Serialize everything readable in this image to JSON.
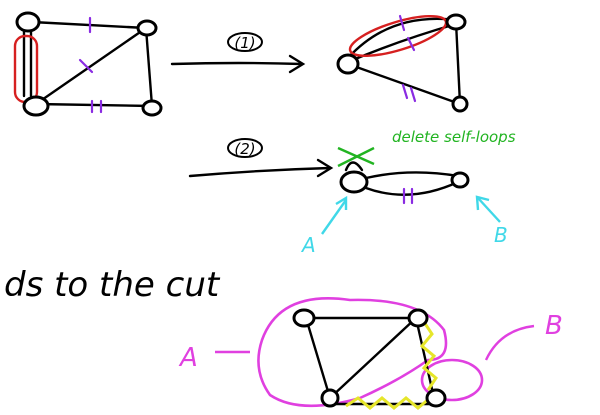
{
  "colors": {
    "ink": "#000000",
    "red": "#d62020",
    "purple": "#8a2be2",
    "green": "#22b422",
    "cyan": "#40d8e8",
    "magenta": "#e040e0",
    "yellow": "#e6e62a"
  },
  "steps": {
    "step1": "(1)",
    "step2": "(2)"
  },
  "annotations": {
    "delete_self_loops": "delete self-loops",
    "corresponds_to_cut": "ds to the cut",
    "label_a_cyan": "A",
    "label_b_cyan": "B",
    "label_a_magenta": "A",
    "label_b_magenta": "B"
  }
}
